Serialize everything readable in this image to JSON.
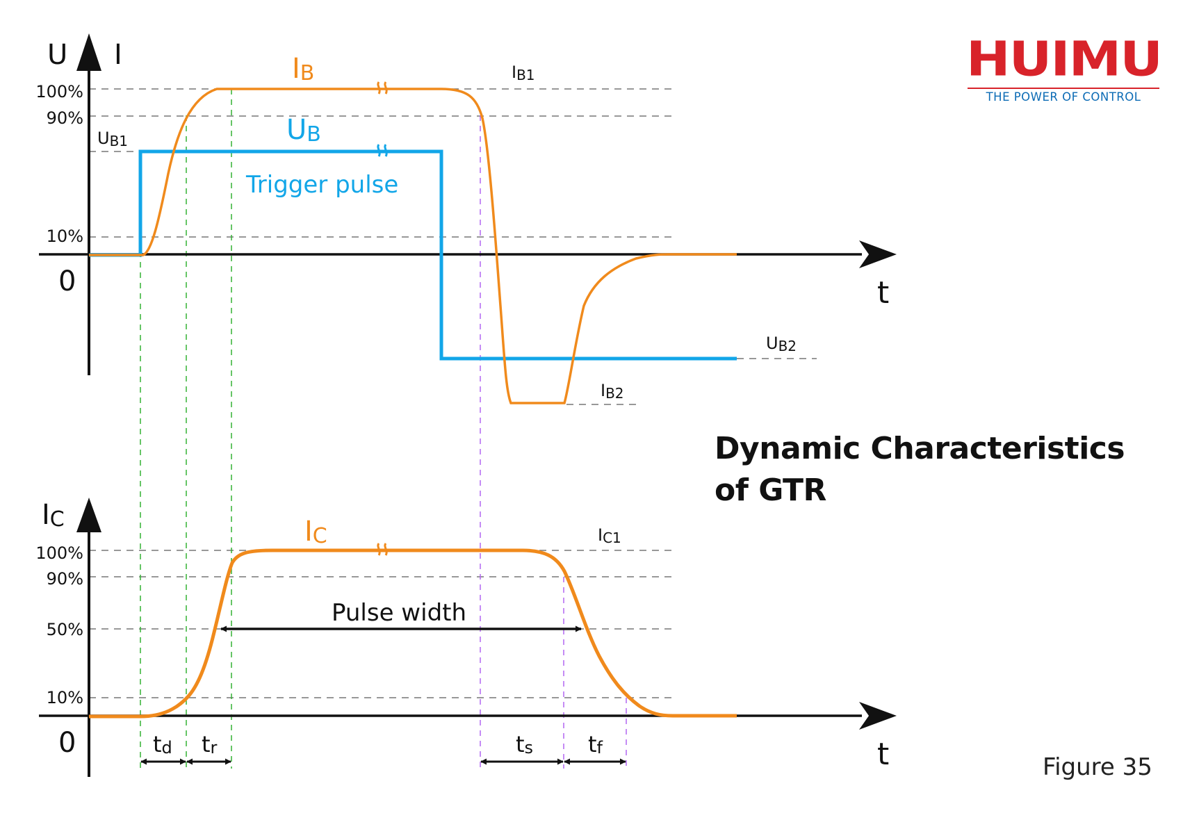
{
  "logo": {
    "name": "HUIMU",
    "tagline": "THE POWER OF CONTROL"
  },
  "title": "Dynamic Characteristics of GTR",
  "figure_label": "Figure 35",
  "colors": {
    "ib": "#f08a1c",
    "ub": "#12a6e8",
    "axis": "#111111",
    "grid": "#777777",
    "green": "#33b233",
    "violet": "#b266f2",
    "brand_red": "#d8232a",
    "brand_blue": "#0b6bb5"
  },
  "top_panel": {
    "axis_u": "U",
    "axis_i": "I",
    "axis_t": "t",
    "origin": "0",
    "levels": {
      "p100": "100%",
      "p90": "90%",
      "p10": "10%"
    },
    "ib": {
      "base": "I",
      "sub": "B"
    },
    "ub": {
      "base": "U",
      "sub": "B"
    },
    "trigger_label": "Trigger pulse",
    "ib1": {
      "base": "I",
      "sub": "B1"
    },
    "ub1": {
      "base": "U",
      "sub": "B1"
    },
    "ub2": {
      "base": "U",
      "sub": "B2"
    },
    "ib2": {
      "base": "I",
      "sub": "B2"
    }
  },
  "bottom_panel": {
    "axis_ic": {
      "base": "I",
      "sub": "C"
    },
    "axis_t": "t",
    "origin": "0",
    "levels": {
      "p100": "100%",
      "p90": "90%",
      "p50": "50%",
      "p10": "10%"
    },
    "ic": {
      "base": "I",
      "sub": "C"
    },
    "ic1": {
      "base": "I",
      "sub": "C1"
    },
    "pulse_width": "Pulse width",
    "td": {
      "base": "t",
      "sub": "d"
    },
    "tr": {
      "base": "t",
      "sub": "r"
    },
    "ts": {
      "base": "t",
      "sub": "s"
    },
    "tf": {
      "base": "t",
      "sub": "f"
    }
  }
}
